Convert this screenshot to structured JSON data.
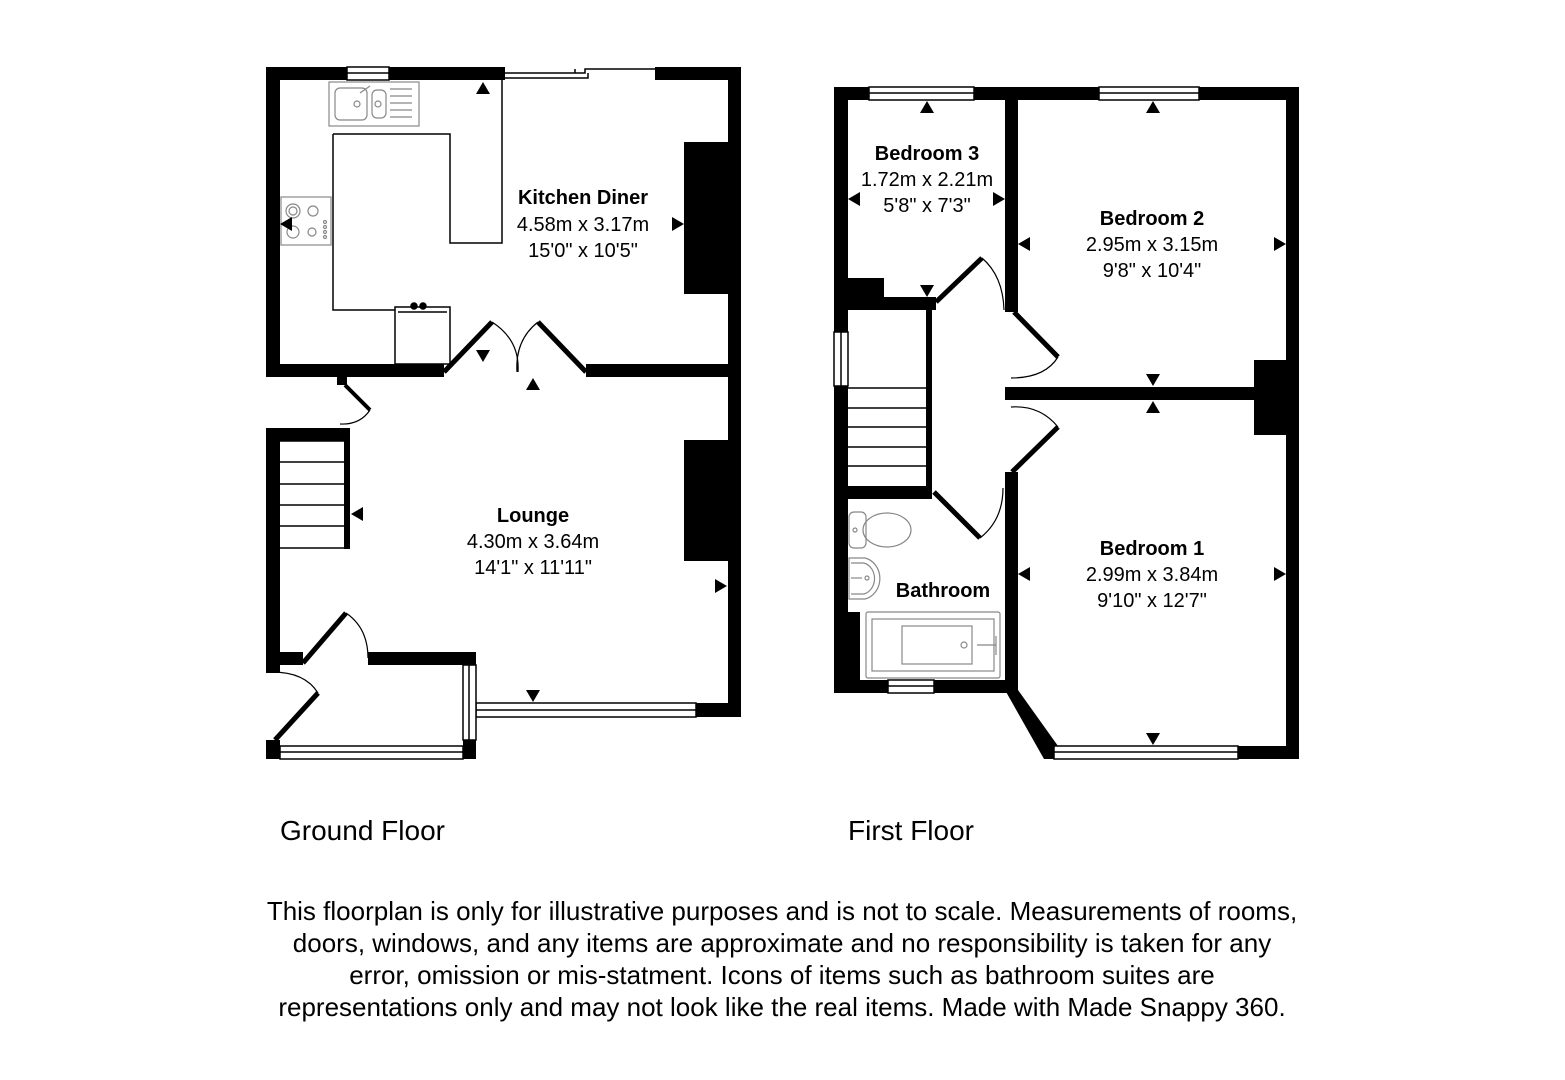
{
  "ground_floor": {
    "label": "Ground Floor",
    "rooms": [
      {
        "name": "Kitchen Diner",
        "metric": "4.58m x 3.17m",
        "imperial": "15'0\" x 10'5\""
      },
      {
        "name": "Lounge",
        "metric": "4.30m x 3.64m",
        "imperial": "14'1\" x 11'11\""
      }
    ]
  },
  "first_floor": {
    "label": "First Floor",
    "rooms": [
      {
        "name": "Bedroom 3",
        "metric": "1.72m x 2.21m",
        "imperial": "5'8\" x 7'3\""
      },
      {
        "name": "Bedroom 2",
        "metric": "2.95m x 3.15m",
        "imperial": "9'8\" x 10'4\""
      },
      {
        "name": "Bedroom 1",
        "metric": "2.99m x 3.84m",
        "imperial": "9'10\" x 12'7\""
      },
      {
        "name": "Bathroom"
      }
    ]
  },
  "disclaimer": "This floorplan is only for illustrative purposes and is not to scale. Measurements of rooms, doors, windows, and any items are approximate and no responsibility is taken for any error, omission or mis-statment. Icons of items such as bathroom suites are representations only and may not look like the real items. Made with Made Snappy 360."
}
